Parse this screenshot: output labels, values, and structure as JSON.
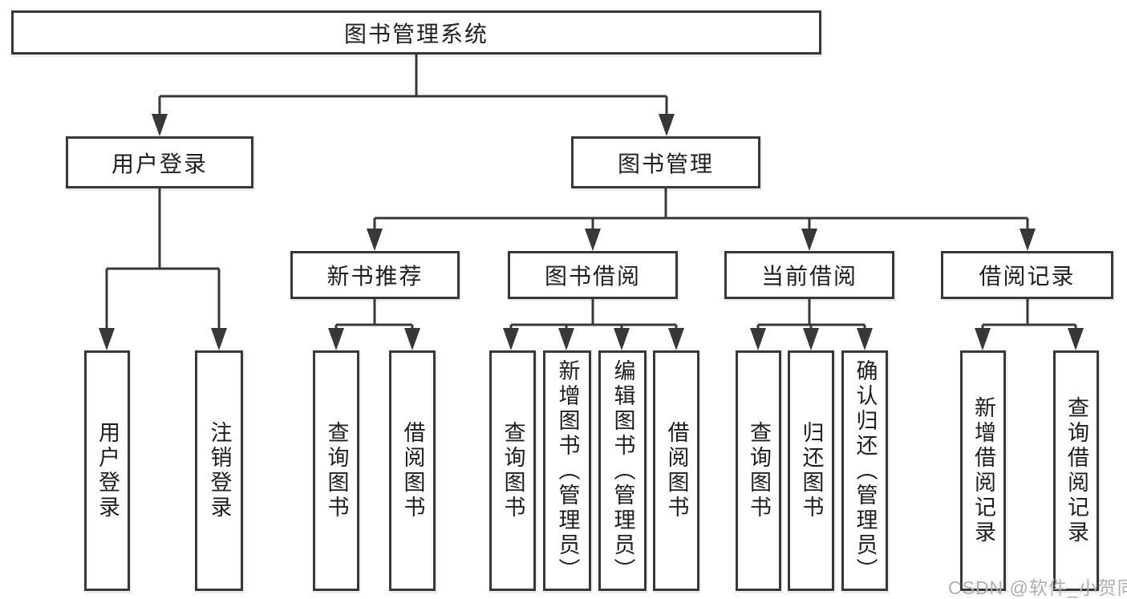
{
  "tree": {
    "root": "图书管理系统",
    "branches": [
      {
        "label": "用户登录",
        "children": [
          "用户登录",
          "注销登录"
        ]
      },
      {
        "label": "图书管理",
        "groups": [
          {
            "label": "新书推荐",
            "children": [
              "查询图书",
              "借阅图书"
            ]
          },
          {
            "label": "图书借阅",
            "children": [
              "查询图书",
              "新增图书（管理员）",
              "编辑图书（管理员）",
              "借阅图书"
            ]
          },
          {
            "label": "当前借阅",
            "children": [
              "查询图书",
              "归还图书",
              "确认归还（管理员）"
            ]
          },
          {
            "label": "借阅记录",
            "children": [
              "新增借阅记录",
              "查询借阅记录"
            ]
          }
        ]
      }
    ]
  },
  "watermark": {
    "text": "CSDN @软件_小贺同学"
  },
  "colors": {
    "line": "#383838",
    "box_border": "#383838",
    "text": "#1e1e1e",
    "watermark": "#afafaf",
    "background": "#ffffff"
  }
}
